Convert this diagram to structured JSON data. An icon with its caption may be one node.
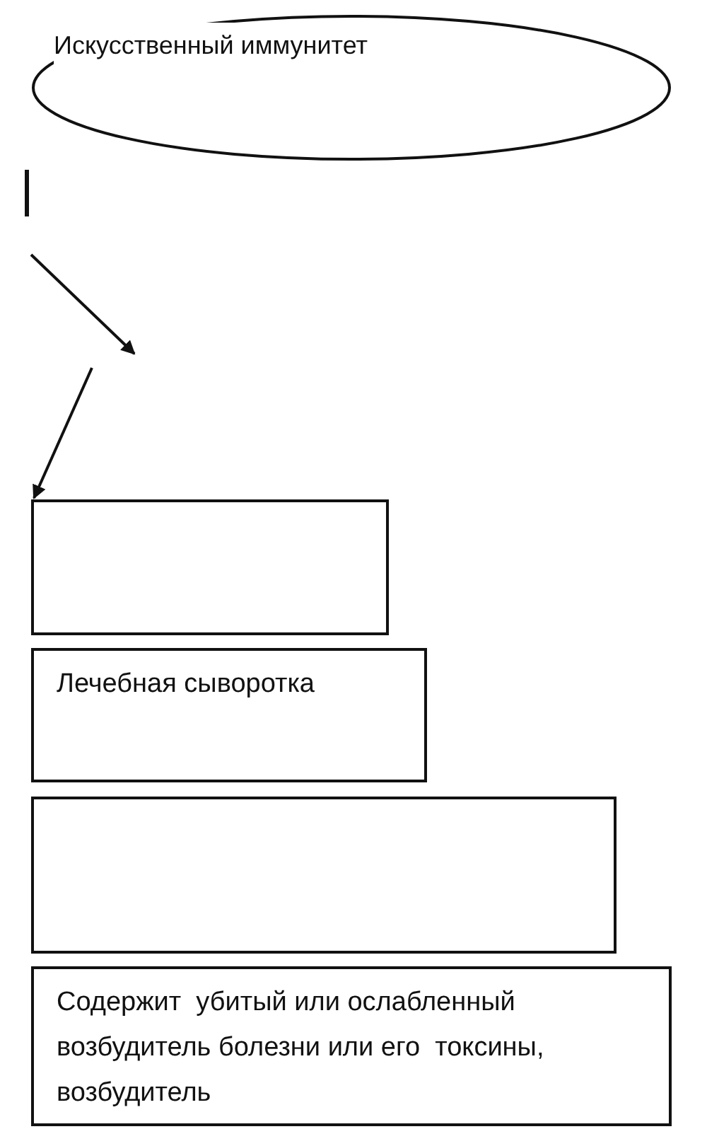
{
  "diagram": {
    "nodes": [
      {
        "text": [
          "Искусственный иммунитет"
        ]
      },
      {
        "text": [],
        "shape": "box"
      },
      {
        "text": [
          "Лечебная сыворотка"
        ]
      },
      {
        "text": [],
        "shape": "box"
      },
      {
        "text": [
          "Содержит  убитый или ослабленный возбудитель болезни или его  токсины, возбудитель"
        ]
      }
    ],
    "edges": [
      {
        "from": null,
        "to": 1,
        "arrow": "to"
      }
    ]
  }
}
